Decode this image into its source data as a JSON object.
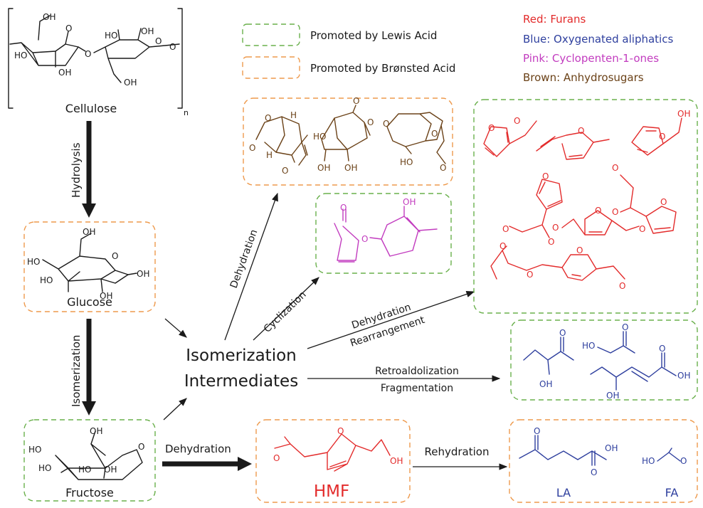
{
  "legend": {
    "lewis": "Promoted by Lewis Acid",
    "bronsted": "Promoted by Brønsted Acid"
  },
  "categories": [
    {
      "text": "Red: Furans",
      "color": "#e32b2b"
    },
    {
      "text": "Blue: Oxygenated aliphatics",
      "color": "#2e3f9e"
    },
    {
      "text": "Pink: Cyclopenten-1-ones",
      "color": "#c23cbf"
    },
    {
      "text": "Brown: Anhydrosugars",
      "color": "#6b4218"
    }
  ],
  "colors": {
    "black": "#1a1a1a",
    "furan": "#e32b2b",
    "aliphatic": "#2e3f9e",
    "cyclopentenone": "#c23cbf",
    "anhydrosugar": "#6b4218",
    "lewis_box": "#6ab04c",
    "bronsted_box": "#ee9a4d"
  },
  "compounds": {
    "cellulose": "Cellulose",
    "glucose": "Glucose",
    "fructose": "Fructose",
    "intermediates_line1": "Isomerization",
    "intermediates_line2": "Intermediates",
    "hmf": "HMF",
    "la": "LA",
    "fa": "FA",
    "subscript_n": "n"
  },
  "reactions": {
    "hydrolysis": "Hydrolysis",
    "isomerization": "Isomerization",
    "dehydration_main": "Dehydration",
    "dehydration_up": "Dehydration",
    "cyclization": "Cyclization",
    "dehydration_rearr_1": "Dehydration",
    "dehydration_rearr_2": "Rearrangement",
    "retro_1": "Retroaldolization",
    "retro_2": "Fragmentation",
    "rehydration": "Rehydration"
  },
  "atoms": {
    "oh": "OH",
    "ho": "HO",
    "o": "O",
    "h": "H"
  }
}
